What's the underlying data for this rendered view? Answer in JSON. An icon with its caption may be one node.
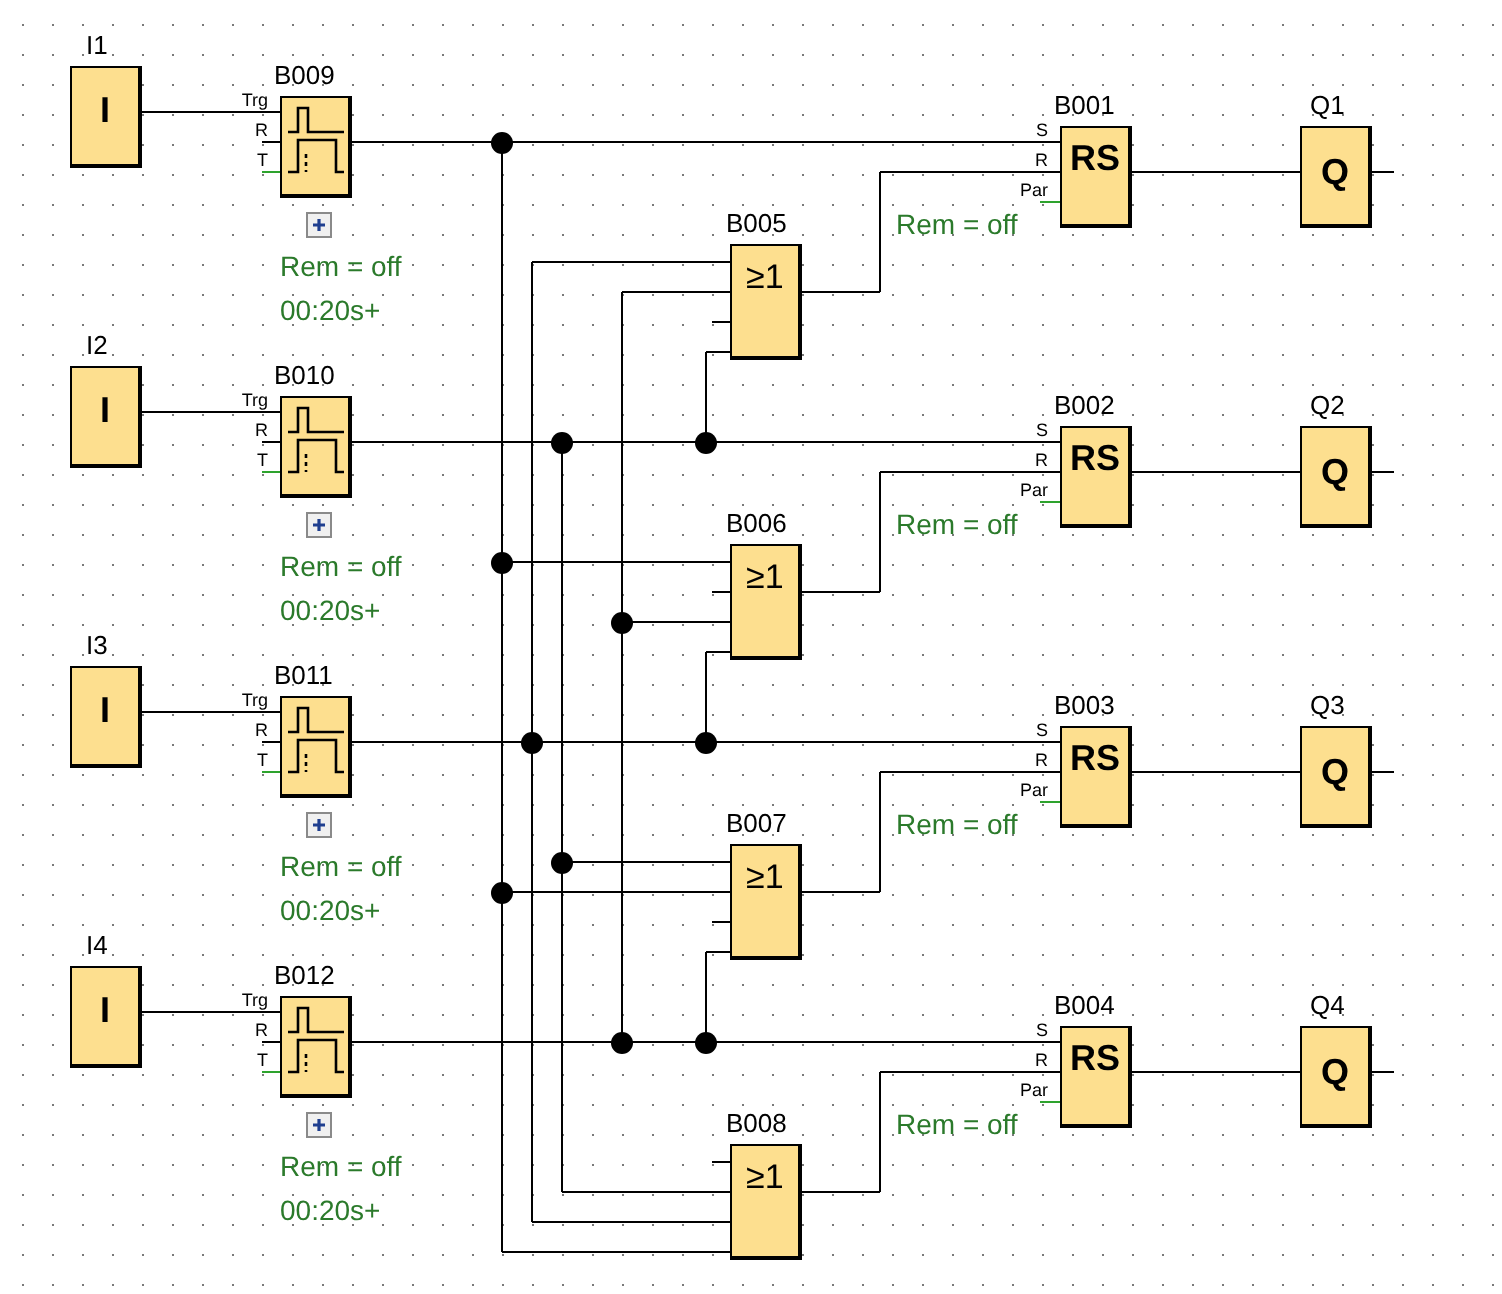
{
  "diagram": {
    "nodes": [
      {
        "text": [
          "I1",
          "I"
        ]
      },
      {
        "text": [
          "B009"
        ],
        "beside": [
          "Trg",
          "R",
          "T",
          "Rem = off",
          "00:20s+"
        ]
      },
      {
        "text": [
          "B001",
          "RS"
        ],
        "beside": [
          "S",
          "R",
          "Par",
          "Rem = off"
        ]
      },
      {
        "text": [
          "Q1",
          "Q"
        ]
      },
      {
        "text": [
          "B005",
          "≥1"
        ]
      },
      {
        "text": [
          "I2",
          "I"
        ]
      },
      {
        "text": [
          "B010"
        ],
        "beside": [
          "Trg",
          "R",
          "T",
          "Rem = off",
          "00:20s+"
        ]
      },
      {
        "text": [
          "B002",
          "RS"
        ],
        "beside": [
          "S",
          "R",
          "Par",
          "Rem = off"
        ]
      },
      {
        "text": [
          "Q2",
          "Q"
        ]
      },
      {
        "text": [
          "B006",
          "≥1"
        ]
      },
      {
        "text": [
          "I3",
          "I"
        ]
      },
      {
        "text": [
          "B011"
        ],
        "beside": [
          "Trg",
          "R",
          "T",
          "Rem = off",
          "00:20s+"
        ]
      },
      {
        "text": [
          "B003",
          "RS"
        ],
        "beside": [
          "S",
          "R",
          "Par",
          "Rem = off"
        ]
      },
      {
        "text": [
          "Q3",
          "Q"
        ]
      },
      {
        "text": [
          "B007",
          "≥1"
        ]
      },
      {
        "text": [
          "I4",
          "I"
        ]
      },
      {
        "text": [
          "B012"
        ],
        "beside": [
          "Trg",
          "R",
          "T",
          "Rem = off",
          "00:20s+"
        ]
      },
      {
        "text": [
          "B004",
          "RS"
        ],
        "beside": [
          "S",
          "R",
          "Par",
          "Rem = off"
        ]
      },
      {
        "text": [
          "Q4",
          "Q"
        ]
      },
      {
        "text": [
          "B008",
          "≥1"
        ]
      }
    ],
    "edges": [
      {
        "from": 0,
        "to": 1,
        "arrow": "none"
      },
      {
        "from": 5,
        "to": 6,
        "arrow": "none"
      },
      {
        "from": 10,
        "to": 11,
        "arrow": "none"
      },
      {
        "from": 15,
        "to": 16,
        "arrow": "none"
      },
      {
        "from": 1,
        "to": 2,
        "arrow": "none"
      },
      {
        "from": 6,
        "to": 7,
        "arrow": "none"
      },
      {
        "from": 11,
        "to": 12,
        "arrow": "none"
      },
      {
        "from": 16,
        "to": 17,
        "arrow": "none"
      },
      {
        "from": 2,
        "to": 3,
        "arrow": "none"
      },
      {
        "from": 7,
        "to": 8,
        "arrow": "none"
      },
      {
        "from": 12,
        "to": 13,
        "arrow": "none"
      },
      {
        "from": 17,
        "to": 18,
        "arrow": "none"
      },
      {
        "from": 4,
        "to": 2,
        "arrow": "none"
      },
      {
        "from": 9,
        "to": 7,
        "arrow": "none"
      },
      {
        "from": 14,
        "to": 12,
        "arrow": "none"
      },
      {
        "from": 19,
        "to": 17,
        "arrow": "none"
      },
      {
        "from": 1,
        "to": 9,
        "arrow": "none"
      },
      {
        "from": 1,
        "to": 14,
        "arrow": "none"
      },
      {
        "from": 1,
        "to": 19,
        "arrow": "none"
      },
      {
        "from": 6,
        "to": 4,
        "arrow": "none"
      },
      {
        "from": 6,
        "to": 14,
        "arrow": "none"
      },
      {
        "from": 6,
        "to": 19,
        "arrow": "none"
      },
      {
        "from": 11,
        "to": 4,
        "arrow": "none"
      },
      {
        "from": 11,
        "to": 9,
        "arrow": "none"
      },
      {
        "from": 11,
        "to": 19,
        "arrow": "none"
      },
      {
        "from": 16,
        "to": 4,
        "arrow": "none"
      },
      {
        "from": 16,
        "to": 9,
        "arrow": "none"
      },
      {
        "from": 16,
        "to": 14,
        "arrow": "none"
      }
    ]
  }
}
